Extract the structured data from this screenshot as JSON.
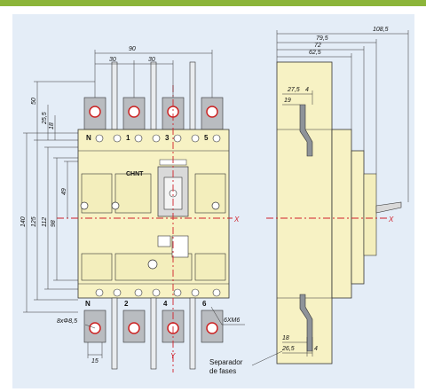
{
  "front_view": {
    "dimensions": {
      "width_90": "90",
      "pitch_30_a": "30",
      "pitch_30_b": "30",
      "height_50": "50",
      "height_25_5": "25,5",
      "height_18": "18",
      "height_49": "49",
      "height_140": "140",
      "height_125": "125",
      "height_112": "112",
      "height_98": "98",
      "width_15": "15"
    },
    "terminals": {
      "top_n": "N",
      "top_1": "1",
      "top_3": "3",
      "top_5": "5",
      "bottom_n": "N",
      "bottom_2": "2",
      "bottom_4": "4",
      "bottom_6": "6"
    },
    "axis_x": "X",
    "axis_y": "Y",
    "brand": "CHNT",
    "hole_note": "8xΦ8,5",
    "screw_note": "6XM6"
  },
  "side_view": {
    "dimensions": {
      "depth_108_5": "108,5",
      "depth_79_5": "79,5",
      "depth_72": "72",
      "depth_62_5": "62,5",
      "top_27_5": "27,5",
      "top_4": "4",
      "top_19": "19",
      "bottom_18": "18",
      "bottom_26_5": "26,5",
      "bottom_4": "4"
    },
    "axis_x": "X",
    "callout_line1": "Separador",
    "callout_line2": "de fases"
  },
  "colors": {
    "accent_bar": "#8cb53a",
    "panel_bg": "#e4edf7",
    "body_fill": "#f7f2c4",
    "terminal_fill": "#b9bcc0",
    "centerline": "#d0202a"
  }
}
